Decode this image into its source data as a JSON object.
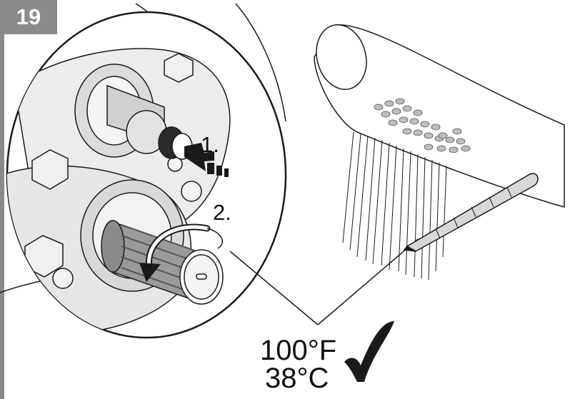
{
  "step": {
    "number": "19"
  },
  "labels": {
    "step1": "1.",
    "step2": "2.",
    "temp_f": "100°F",
    "temp_c": "38°C"
  },
  "colors": {
    "badge": "#8a8a8a",
    "line": "#1a1a1a",
    "fill": "#e9e9e9",
    "dark": "#222222"
  }
}
